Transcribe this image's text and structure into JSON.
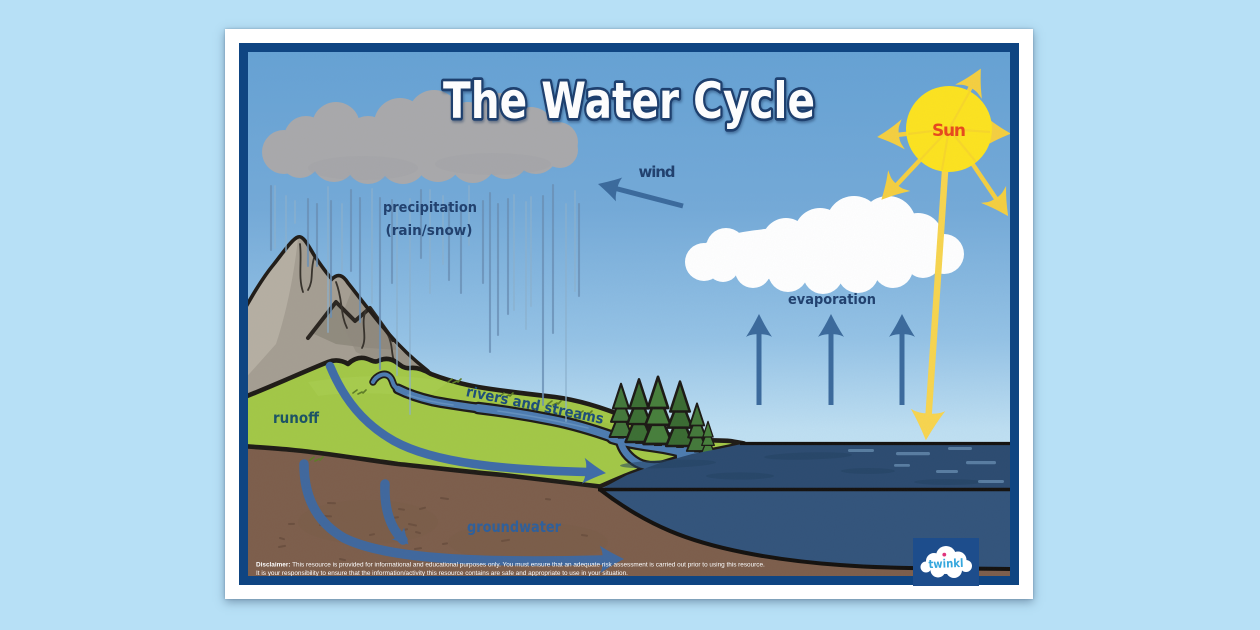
{
  "poster": {
    "title": "The Water Cycle",
    "labels": {
      "sun": "Sun",
      "wind": "wind",
      "precipitation_line1": "precipitation",
      "precipitation_line2": "(rain/snow)",
      "evaporation": "evaporation",
      "rivers_streams": "rivers and streams",
      "runoff": "runoff",
      "groundwater": "groundwater"
    },
    "branding": {
      "logo_text": "twinkl"
    },
    "disclaimer": {
      "prefix": "Disclaimer:",
      "line1_rest": " This resource is provided for informational and educational purposes only. You must ensure that an adequate risk assessment is carried out prior to using this resource.",
      "line2": "It is your responsibility to ensure that the information/activity this resource contains are safe and appropriate to use in your situation."
    },
    "colors": {
      "page_background": "#b7e0f6",
      "frame_border": "#0f4582",
      "sky_top": "#69a4d5",
      "sky_horizon": "#cfe9f8",
      "label_text": "#20406e",
      "title_outline": "#1c3e6d",
      "sun_fill": "#fde31f",
      "sun_text": "#e8491c",
      "ray_yellow": "#f5cf40",
      "arrow_blue": "#3b6a9c",
      "grass_green": "#a3c846",
      "soil_brown": "#7d5e4b",
      "sea_surface": "#2c4b70",
      "sea_underwater": "#33547b",
      "logo_blue": "#35a7dd"
    }
  }
}
